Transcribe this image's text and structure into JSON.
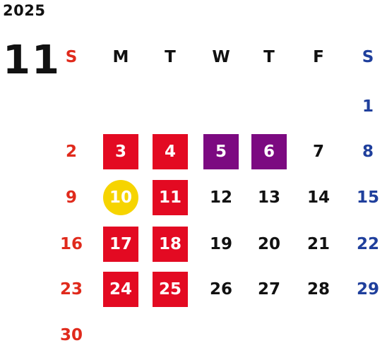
{
  "year": "2025",
  "month": "11",
  "weekdays": [
    "S",
    "M",
    "T",
    "W",
    "T",
    "F",
    "S"
  ],
  "colors": {
    "sunday": "#e02a1c",
    "saturday": "#1f3f9c",
    "weekday": "#111111",
    "highlight_red": "#e30a22",
    "highlight_purple": "#7c0a81",
    "today_yellow": "#f6d400"
  },
  "weeks": [
    [
      null,
      null,
      null,
      null,
      null,
      null,
      {
        "d": "1"
      }
    ],
    [
      {
        "d": "2"
      },
      {
        "d": "3",
        "hl": "red"
      },
      {
        "d": "4",
        "hl": "red"
      },
      {
        "d": "5",
        "hl": "purple"
      },
      {
        "d": "6",
        "hl": "purple"
      },
      {
        "d": "7"
      },
      {
        "d": "8"
      }
    ],
    [
      {
        "d": "9"
      },
      {
        "d": "10",
        "hl": "today"
      },
      {
        "d": "11",
        "hl": "red"
      },
      {
        "d": "12"
      },
      {
        "d": "13"
      },
      {
        "d": "14"
      },
      {
        "d": "15"
      }
    ],
    [
      {
        "d": "16"
      },
      {
        "d": "17",
        "hl": "red"
      },
      {
        "d": "18",
        "hl": "red"
      },
      {
        "d": "19"
      },
      {
        "d": "20"
      },
      {
        "d": "21"
      },
      {
        "d": "22"
      }
    ],
    [
      {
        "d": "23"
      },
      {
        "d": "24",
        "hl": "red"
      },
      {
        "d": "25",
        "hl": "red"
      },
      {
        "d": "26"
      },
      {
        "d": "27"
      },
      {
        "d": "28"
      },
      {
        "d": "29"
      }
    ],
    [
      {
        "d": "30"
      },
      null,
      null,
      null,
      null,
      null,
      null
    ]
  ]
}
